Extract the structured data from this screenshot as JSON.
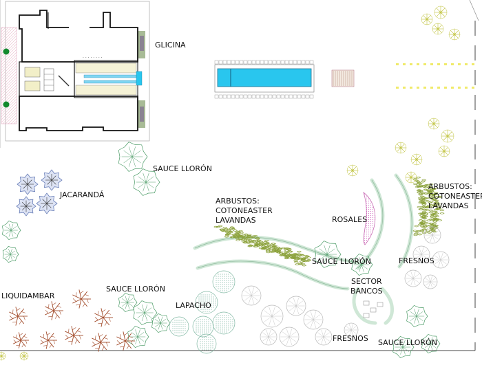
{
  "labels": {
    "glicina": "GLICINA",
    "sauce_llorom_top": "SAUCE LLORÓN",
    "jacaranda": "JACARANDÁ",
    "arbustos_center": [
      "ARBUSTOS:",
      "COTONEASTER",
      "LAVANDAS"
    ],
    "rosales": "ROSALES",
    "arbustos_right": [
      "ARBUSTOS:",
      "COTONEASTER",
      "LAVANDAS"
    ],
    "sauce_llorom_mid": "SAUCE LLORÓN",
    "fresnos_right": "FRESNOS",
    "sector_bancos": [
      "SECTOR",
      "BANCOS"
    ],
    "liquidambar": "LIQUIDAMBAR",
    "sauce_llorom_left": "SAUCE LLORÓN",
    "lapacho": "LAPACHO",
    "fresnos_bottom": "FRESNOS",
    "sauce_llorom_bottom": "SAUCE LLORÓN"
  },
  "colors": {
    "pool": "#29c6ee",
    "lavender": "#8ca23c",
    "willow": "#4b9b66",
    "jacaranda": "#6a7fb8",
    "liquidambar": "#a24b2a",
    "rosales": "#d26fc2",
    "fresno": "#b8b8b8",
    "yellow_tree": "#bfc23a"
  }
}
